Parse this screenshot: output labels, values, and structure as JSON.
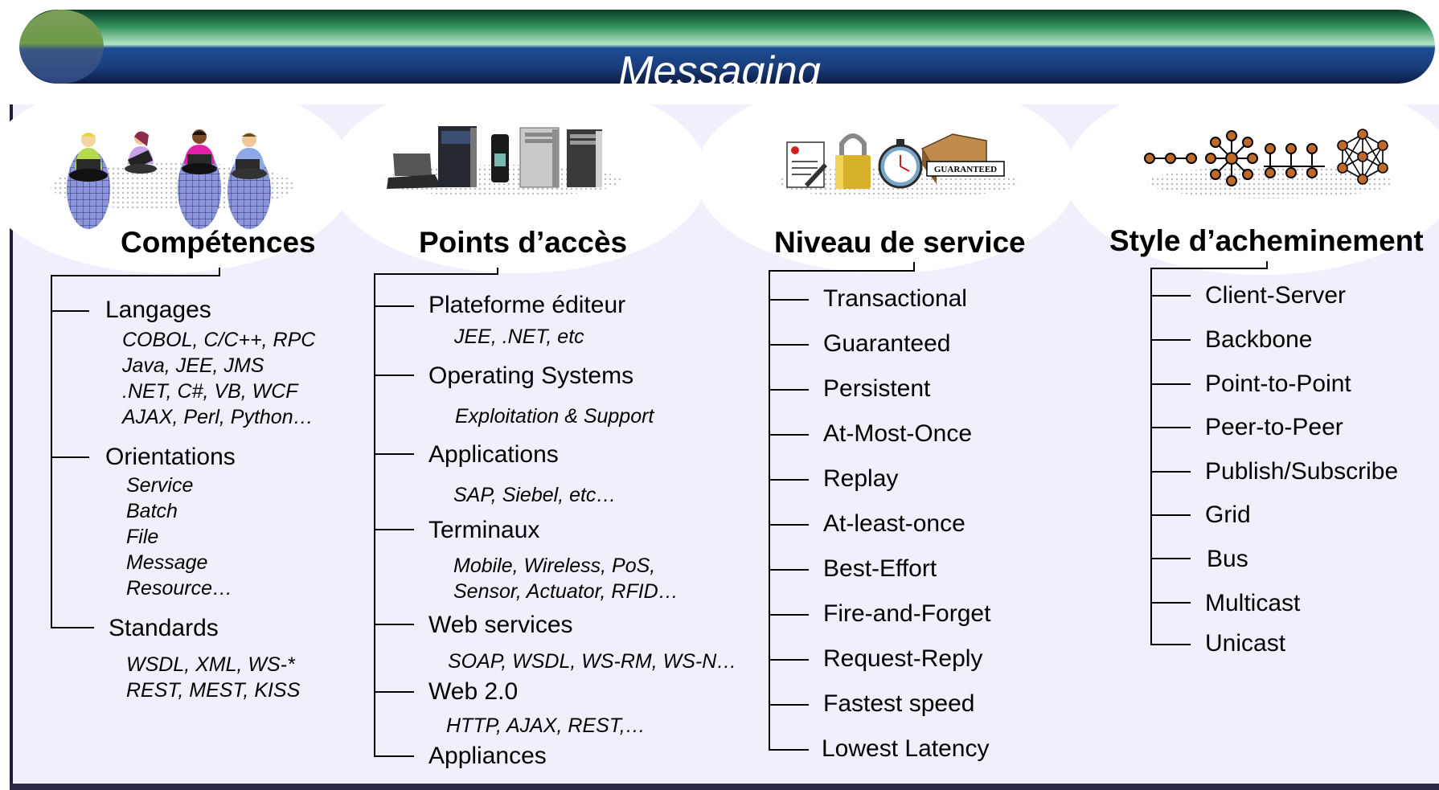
{
  "header": {
    "title": "Messaging"
  },
  "columns": {
    "competences": {
      "heading": "Compétences",
      "items": [
        {
          "label": "Langages",
          "details": [
            "COBOL, C/C++, RPC",
            "Java, JEE, JMS",
            ".NET, C#, VB, WCF",
            "AJAX, Perl, Python…"
          ]
        },
        {
          "label": "Orientations",
          "details": [
            "Service",
            "Batch",
            "File",
            "Message",
            "Resource…"
          ]
        },
        {
          "label": "Standards",
          "details": [
            "WSDL, XML, WS-*",
            "REST, MEST, KISS"
          ]
        }
      ]
    },
    "points_acces": {
      "heading": "Points d’accès",
      "items": [
        {
          "label": "Plateforme éditeur",
          "details": [
            "JEE, .NET, etc"
          ]
        },
        {
          "label": "Operating Systems",
          "details": [
            "Exploitation & Support"
          ]
        },
        {
          "label": "Applications",
          "details": [
            "SAP, Siebel, etc…"
          ]
        },
        {
          "label": "Terminaux",
          "details": [
            "Mobile, Wireless, PoS,",
            "Sensor, Actuator, RFID…"
          ]
        },
        {
          "label": "Web services",
          "details": [
            "SOAP, WSDL, WS-RM, WS-N…"
          ]
        },
        {
          "label": "Web 2.0",
          "details": [
            "HTTP, AJAX, REST,…"
          ]
        },
        {
          "label": "Appliances",
          "details": []
        }
      ]
    },
    "niveau_service": {
      "heading": "Niveau de service",
      "items": [
        "Transactional",
        "Guaranteed",
        "Persistent",
        "At-Most-Once",
        "Replay",
        "At-least-once",
        "Best-Effort",
        "Fire-and-Forget",
        "Request-Reply",
        "Fastest speed",
        "Lowest Latency"
      ]
    },
    "style_acheminement": {
      "heading": "Style d’acheminement",
      "items": [
        "Client-Server",
        "Backbone",
        "Point-to-Point",
        "Peer-to-Peer",
        "Publish/Subscribe",
        "Grid",
        "Bus",
        "Multicast",
        "Unicast"
      ]
    }
  },
  "illustrations": {
    "competences": "people-with-laptops-icon",
    "points_acces": "computers-and-devices-icon",
    "niveau_service": "contract-lock-stopwatch-guaranteed-icon",
    "style_acheminement": "network-topologies-icon",
    "guaranteed_stamp": "GUARANTEED"
  },
  "colors": {
    "banner_green": "#2f8e5c",
    "banner_blue": "#1c4d93",
    "background": "#f2eefb",
    "node_brown": "#c06a28"
  }
}
